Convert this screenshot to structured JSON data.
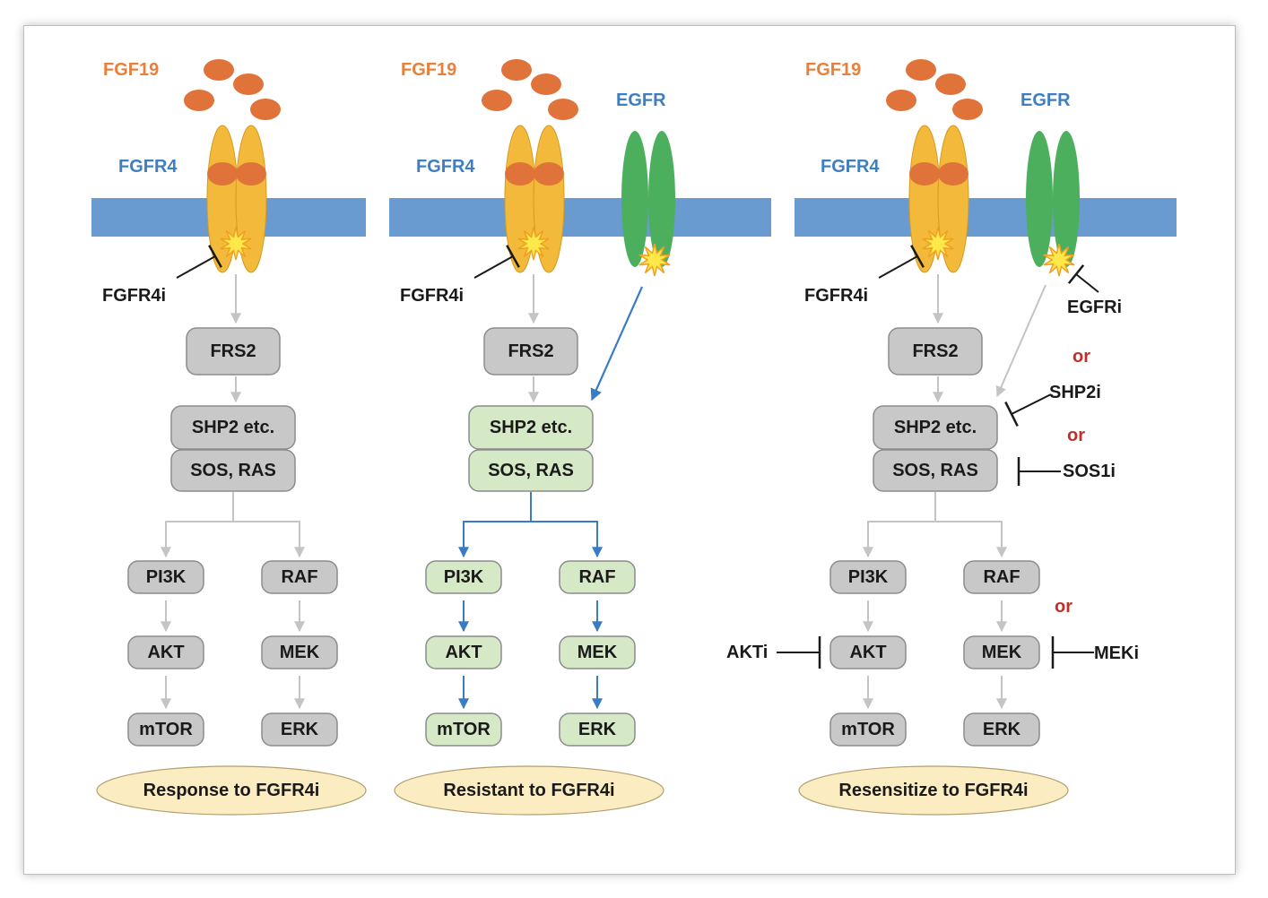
{
  "panels": [
    {
      "ligand": "FGF19",
      "receptor": "FGFR4",
      "inhibitor": "FGFR4i",
      "adaptor": "FRS2",
      "shp2": "SHP2 etc.",
      "sos": "SOS, RAS",
      "left_path": [
        "PI3K",
        "AKT",
        "mTOR"
      ],
      "right_path": [
        "RAF",
        "MEK",
        "ERK"
      ],
      "outcome": "Response to FGFR4i"
    },
    {
      "ligand": "FGF19",
      "receptor": "FGFR4",
      "egfr": "EGFR",
      "inhibitor": "FGFR4i",
      "adaptor": "FRS2",
      "shp2": "SHP2 etc.",
      "sos": "SOS, RAS",
      "left_path": [
        "PI3K",
        "AKT",
        "mTOR"
      ],
      "right_path": [
        "RAF",
        "MEK",
        "ERK"
      ],
      "outcome": "Resistant to FGFR4i"
    },
    {
      "ligand": "FGF19",
      "receptor": "FGFR4",
      "egfr": "EGFR",
      "inhibitor": "FGFR4i",
      "egfr_inhibitor": "EGFRi",
      "or_word": "or",
      "shp2_inhibitor": "SHP2i",
      "sos_inhibitor": "SOS1i",
      "akt_inhibitor": "AKTi",
      "mek_inhibitor": "MEKi",
      "adaptor": "FRS2",
      "shp2": "SHP2 etc.",
      "sos": "SOS, RAS",
      "left_path": [
        "PI3K",
        "AKT",
        "mTOR"
      ],
      "right_path": [
        "RAF",
        "MEK",
        "ERK"
      ],
      "outcome": "Resensitize to FGFR4i"
    }
  ],
  "colors": {
    "ligand_text": "#e8803a",
    "ligand": "#e0733a",
    "receptor_text": "#3f7fc0",
    "membrane": "#6a9bd0",
    "fgfr4": "#f2b93b",
    "egfr": "#4caf5e",
    "gray_box": "#c8c8c8",
    "green_box": "#d6e9c6",
    "outcome_fill": "#fbecc1",
    "blue_arrow": "#3a7cc4",
    "or_text": "#c0302a"
  }
}
